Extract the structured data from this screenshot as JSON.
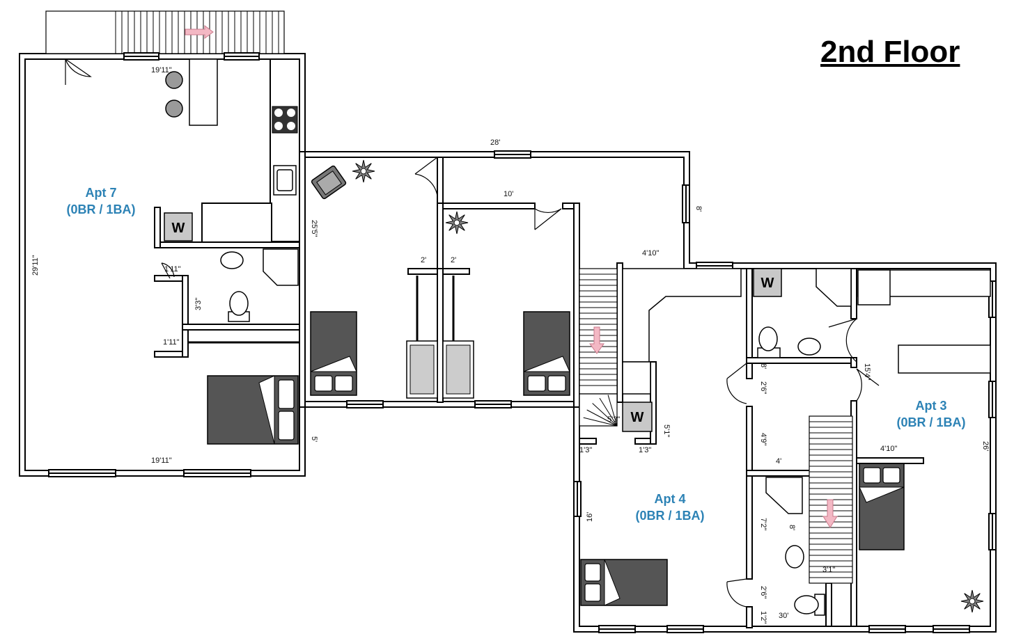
{
  "title": "2nd Floor",
  "units": [
    {
      "name": "Apt 7",
      "layout": "(0BR / 1BA)"
    },
    {
      "name": "Apt 4",
      "layout": "(0BR / 1BA)"
    },
    {
      "name": "Apt 3",
      "layout": "(0BR / 1BA)"
    }
  ],
  "dimensions": {
    "apt7_top": "19'11\"",
    "apt7_bottom": "19'11\"",
    "apt7_side": "29'11\"",
    "apt7_bath_door": "1'11\"",
    "apt7_bath_depth": "3'3\"",
    "apt7_closet": "1'11\"",
    "hall_top": "28'",
    "hall_inner": "10'",
    "hall_side": "25'5\"",
    "hall_right": "8'",
    "hall_corner": "4'10\"",
    "closet_a": "2'",
    "closet_b": "2'",
    "link": "5'",
    "stair_landing": "5'3\"",
    "apt4_depth": "5'1\"",
    "apt4_entry_left": "1'3\"",
    "apt4_entry_right": "1'3\"",
    "apt4_side": "16'",
    "hall2_a": "2'6\"",
    "hall2_b": "4'9\"",
    "hall2_c": "8'",
    "hall2_d": "4'",
    "bath2_depth": "7'2\"",
    "bath2_width": "8'",
    "stair2_width": "3'1\"",
    "bath2_door": "2'6\"",
    "bath2_small": "1'2\"",
    "bottom_total": "30'",
    "apt3_depth": "15'4\"",
    "apt3_closet": "4'10\"",
    "apt3_side": "26'"
  },
  "fixture_labels": {
    "washer_a": "W",
    "washer_b": "W",
    "washer_c": "W"
  },
  "icons": [
    "stairs-icon",
    "direction-arrow-icon",
    "plant-icon",
    "bed-icon",
    "stove-icon",
    "sink-icon",
    "toilet-icon",
    "chair-icon",
    "stool-icon",
    "door-swing-icon",
    "window-icon",
    "washer-icon"
  ],
  "colors": {
    "unit_label": "#2c82b5",
    "bed": "#555555",
    "arrow": "#f3b8c4",
    "washer": "#c8c8c8"
  }
}
